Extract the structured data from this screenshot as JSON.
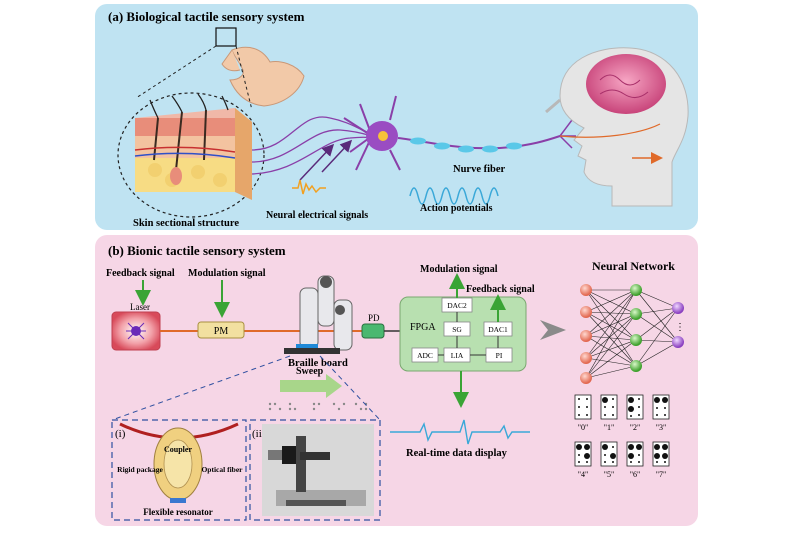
{
  "panel_a": {
    "title": "(a) Biological tactile sensory system",
    "labels": {
      "skin": "Skin sectional structure",
      "neural": "Neural electrical signals",
      "action": "Action potentials",
      "nerve": "Nurve fiber"
    },
    "colors": {
      "background": "#bfe3f2",
      "nerve": "#8a3fa8"
    }
  },
  "panel_b": {
    "title": "(b) Bionic tactile sensory system",
    "labels": {
      "feedback_left": "Feedback signal",
      "modulation_left": "Modulation signal",
      "laser": "Laser",
      "pm": "PM",
      "pd": "PD",
      "braille": "Braille board",
      "sweep": "Sweep",
      "fpga": "FPGA",
      "modulation_top": "Modulation signal",
      "feedback_top": "Feedback signal",
      "dac2": "DAC2",
      "dac1": "DAC1",
      "sg": "SG",
      "adc": "ADC",
      "lia": "LIA",
      "pi": "PI",
      "realtime": "Real-time data display",
      "neural_network": "Neural Network",
      "inset_i": "(i)",
      "inset_ii": "(ii)",
      "coupler": "Coupler",
      "rigid": "Rigid package",
      "optical": "Optical fiber",
      "flexible": "Flexible resonator",
      "output_dots": "⋮"
    },
    "braille_digits": [
      "\"0\"",
      "\"1\"",
      "\"2\"",
      "\"3\"",
      "\"4\"",
      "\"5\"",
      "\"6\"",
      "\"7\""
    ],
    "colors": {
      "background": "#f6d6e6",
      "fpga": "#b8e0b0",
      "arrow": "#3aa435"
    }
  }
}
